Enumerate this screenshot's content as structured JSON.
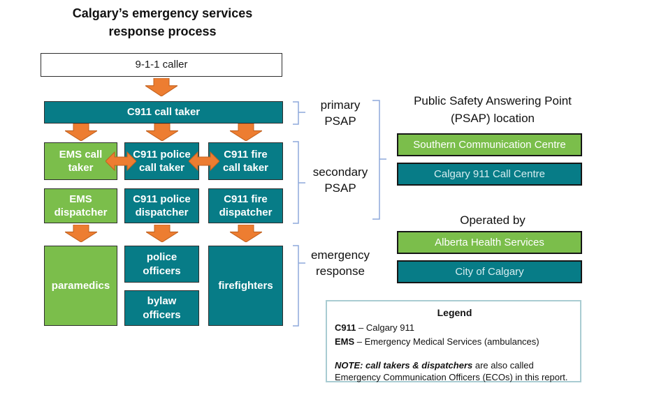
{
  "title": "Calgary’s emergency services\nresponse process",
  "colors": {
    "teal": "#077C87",
    "green": "#7BBE4B",
    "orange": "#ED7D31",
    "orange_border": "#C1611E",
    "bracket": "#8EA9DB",
    "legend_border": "#A9CCD2"
  },
  "flow": {
    "caller": "9-1-1 caller",
    "primary_call_taker": "C911 call taker",
    "call_takers": [
      "EMS call\ntaker",
      "C911 police\ncall taker",
      "C911 fire\ncall taker"
    ],
    "dispatchers": [
      "EMS\ndispatcher",
      "C911 police\ndispatcher",
      "C911 fire\ndispatcher"
    ],
    "responders": {
      "paramedics": "paramedics",
      "police": "police\nofficers",
      "bylaw": "bylaw\nofficers",
      "fire": "firefighters"
    }
  },
  "stage_labels": {
    "primary": "primary\nPSAP",
    "secondary": "secondary\nPSAP",
    "response": "emergency\nresponse"
  },
  "psap_panel": {
    "heading": "Public Safety Answering Point\n(PSAP) location",
    "locations": [
      {
        "label": "Southern Communication Centre",
        "color": "#7BBE4B"
      },
      {
        "label": "Calgary 911 Call Centre",
        "color": "#077C87"
      }
    ],
    "operated_heading": "Operated by",
    "operators": [
      {
        "label": "Alberta Health Services",
        "color": "#7BBE4B"
      },
      {
        "label": "City of Calgary",
        "color": "#077C87"
      }
    ]
  },
  "legend": {
    "title": "Legend",
    "items": [
      {
        "term": "C911",
        "rest": " – Calgary 911"
      },
      {
        "term": "EMS",
        "rest": " – Emergency Medical Services (ambulances)"
      }
    ],
    "note_emphasis": "NOTE: call takers & dispatchers",
    "note_rest": " are also called\nEmergency Communication Officers (ECOs) in this report."
  }
}
